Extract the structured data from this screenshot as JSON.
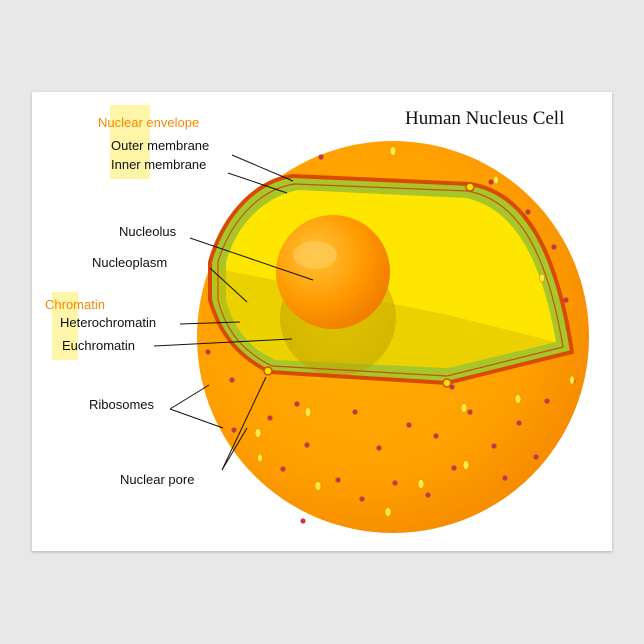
{
  "title": "Human Nucleus Cell",
  "labels": {
    "nuclear_envelope": "Nuclear envelope",
    "outer_membrane": "Outer membrane",
    "inner_membrane": "Inner membrane",
    "nucleolus": "Nucleolus",
    "nucleoplasm": "Nucleoplasm",
    "chromatin": "Chromatin",
    "heterochromatin": "Heterochromatin",
    "euchromatin": "Euchromatin",
    "ribosomes": "Ribosomes",
    "nuclear_pore": "Nuclear pore"
  },
  "colors": {
    "cytoplasm": "#ffa200",
    "envelope": "#d94a00",
    "nucleoplasm": "#ffe600",
    "heterochromatin": "#a8c62a",
    "nucleolus": "#ff9a00",
    "heading_orange": "#f08a00",
    "highlight": "#fff5a8"
  }
}
